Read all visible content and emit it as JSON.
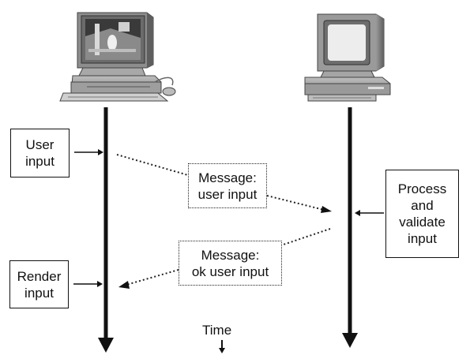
{
  "client": {
    "icon": "client-computer-icon",
    "boxes": {
      "user_input": "User\ninput",
      "render_input": "Render\ninput"
    }
  },
  "server": {
    "icon": "server-computer-icon",
    "boxes": {
      "process": "Process\nand\nvalidate\ninput"
    }
  },
  "messages": {
    "request": "Message:\nuser input",
    "response": "Message:\nok user input"
  },
  "time_label": "Time",
  "colors": {
    "line": "#111111",
    "dotted": "#222222",
    "screen": "#e9e9e9"
  }
}
